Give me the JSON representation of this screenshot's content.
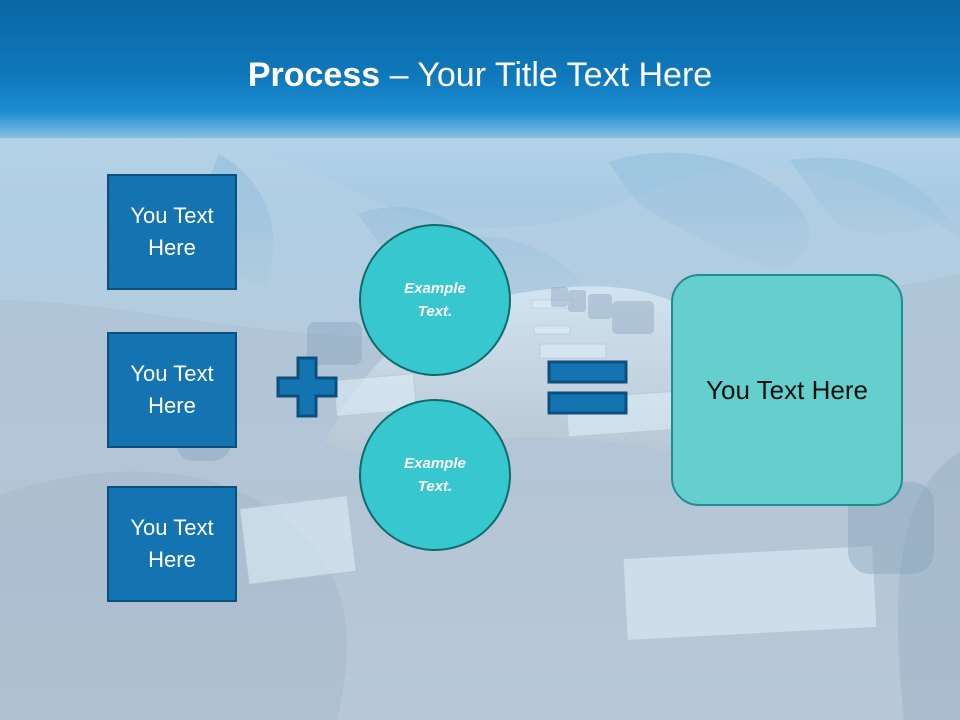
{
  "slide": {
    "title_strong": "Process",
    "title_rest": " – Your Title Text Here",
    "steps": [
      "You Text Here",
      "You Text Here",
      "You Text Here"
    ],
    "circles": [
      "Example Text.",
      "Example Text."
    ],
    "result": "You Text Here"
  },
  "icons": {
    "plus": "plus-icon",
    "equals": "equals-icon"
  },
  "colors": {
    "header_blue": "#0e78bb",
    "step_blue": "#1374b1",
    "circle_teal": "#36c7cf",
    "result_teal": "#65cfcd"
  }
}
